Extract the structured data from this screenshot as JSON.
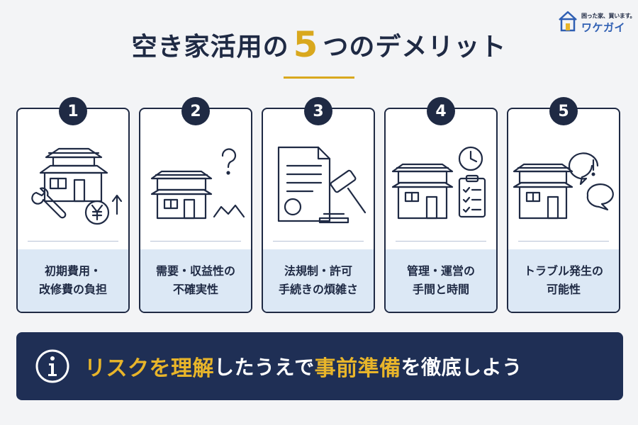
{
  "logo": {
    "tagline": "困った家、買います。",
    "name": "ワケガイ",
    "icon": "house-icon"
  },
  "title": {
    "prefix": "空き家活用の",
    "number": "5",
    "suffix": "つのデメリット"
  },
  "cards": [
    {
      "number": "1",
      "line1": "初期費用・",
      "line2": "改修費の負担",
      "icon": "house-wrench-yen-icon"
    },
    {
      "number": "2",
      "line1": "需要・収益性の",
      "line2": "不確実性",
      "icon": "house-question-graph-icon"
    },
    {
      "number": "3",
      "line1": "法規制・許可",
      "line2": "手続きの煩雑さ",
      "icon": "document-gavel-icon"
    },
    {
      "number": "4",
      "line1": "管理・運営の",
      "line2": "手間と時間",
      "icon": "house-clock-checklist-icon"
    },
    {
      "number": "5",
      "line1": "トラブル発生の",
      "line2": "可能性",
      "icon": "house-speech-warning-icon"
    }
  ],
  "banner": {
    "icon": "info-icon",
    "part1": "リスクを理解",
    "part2": "したうえで",
    "part3": "事前準備",
    "part4": "を徹底しよう"
  },
  "colors": {
    "navy": "#1f2a44",
    "gold": "#d9a81e",
    "light_blue": "#dce8f5",
    "background": "#f3f4f6"
  }
}
